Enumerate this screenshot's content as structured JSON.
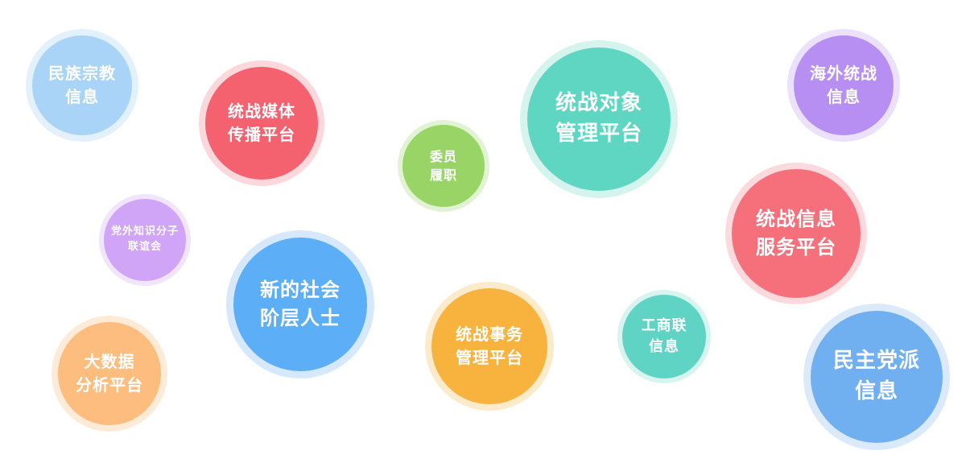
{
  "bubbles": [
    {
      "id": "minzu-zongjiao",
      "lines": [
        "民族宗教",
        "信息"
      ],
      "color": "#a9d4f7",
      "halo": "#e3f1fd"
    },
    {
      "id": "tongzhan-meiti",
      "lines": [
        "统战媒体",
        "传播平台"
      ],
      "color": "#f4616f",
      "halo": "#fcd7db"
    },
    {
      "id": "weiyuan-lvzhi",
      "lines": [
        "委员",
        "履职"
      ],
      "color": "#99d466",
      "halo": "#e2f3d3"
    },
    {
      "id": "tongzhan-duixiang",
      "lines": [
        "统战对象",
        "管理平台"
      ],
      "color": "#5fd6c2",
      "halo": "#d5f4ee"
    },
    {
      "id": "haiwai-tongzhan",
      "lines": [
        "海外统战",
        "信息"
      ],
      "color": "#b78ff2",
      "halo": "#ece1fc"
    },
    {
      "id": "dangwai-zhishi",
      "lines": [
        "党外知识分子",
        "联谊会"
      ],
      "color": "#d0a5f7",
      "halo": "#f1e4fd"
    },
    {
      "id": "xin-shehui",
      "lines": [
        "新的社会",
        "阶层人士"
      ],
      "color": "#5caff7",
      "halo": "#d6e9fc"
    },
    {
      "id": "tongzhan-xinxi",
      "lines": [
        "统战信息",
        "服务平台"
      ],
      "color": "#f6707b",
      "halo": "#fcd9dd"
    },
    {
      "id": "dashuju",
      "lines": [
        "大数据",
        "分析平台"
      ],
      "color": "#fdbd7e",
      "halo": "#fdebd8"
    },
    {
      "id": "tongzhan-shiwu",
      "lines": [
        "统战事务",
        "管理平台"
      ],
      "color": "#f8b33f",
      "halo": "#fcebcb"
    },
    {
      "id": "gongshanglian",
      "lines": [
        "工商联",
        "信息"
      ],
      "color": "#5fd4c5",
      "halo": "#d7f4ef"
    },
    {
      "id": "minzhu-dangpai",
      "lines": [
        "民主党派",
        "信息"
      ],
      "color": "#70b0f0",
      "halo": "#dbeafb"
    }
  ]
}
